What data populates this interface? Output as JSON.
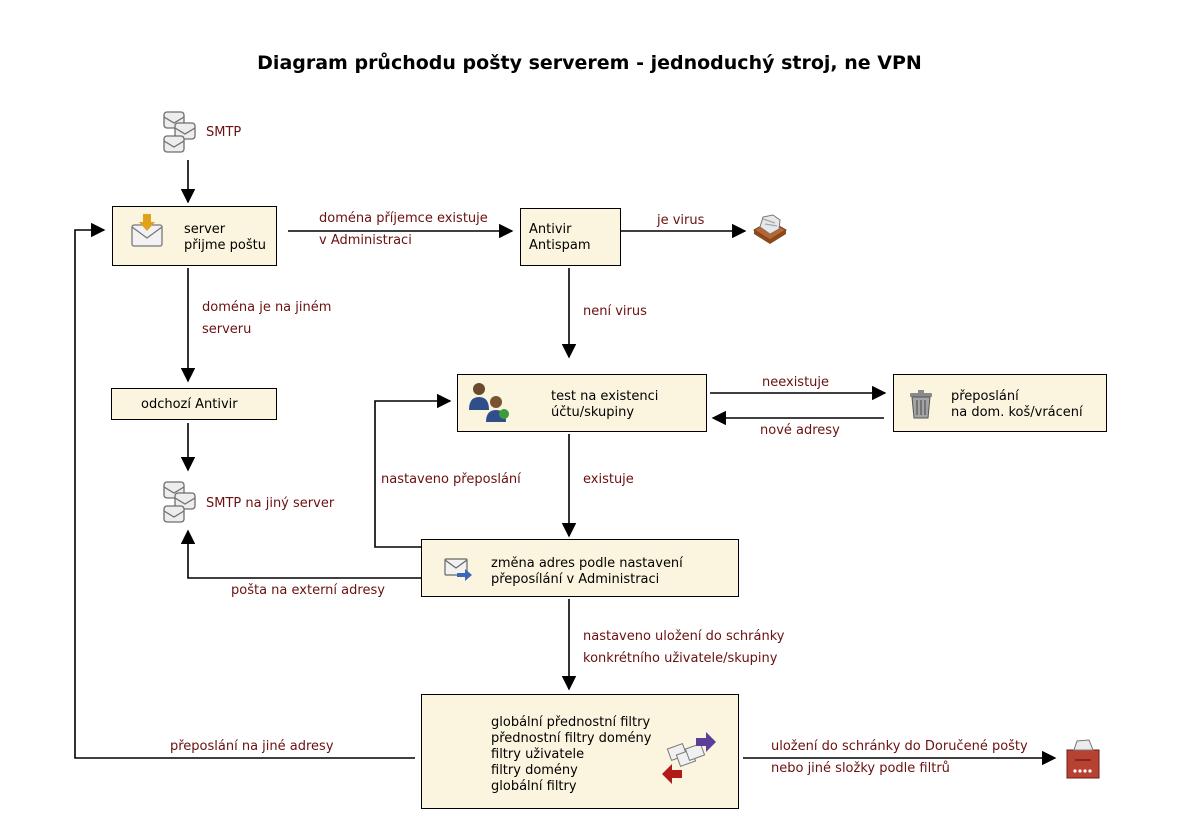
{
  "title": "Diagram průchodu pošty serverem - jednoduchý stroj, ne VPN",
  "nodes": {
    "smtp_in": "SMTP",
    "server": [
      "server",
      "přijme poštu"
    ],
    "antivir": [
      "Antivir",
      "Antispam"
    ],
    "outgoing_antivir": "odchozí Antivir",
    "smtp_out": "SMTP na jiný server",
    "account_test": [
      "test na existenci",
      "účtu/skupiny"
    ],
    "forward_trash": [
      "přeposlání",
      "na dom. koš/vrácení"
    ],
    "address_change": [
      "změna adres podle nastavení",
      "přeposílání v Administraci"
    ],
    "filters": [
      "globální přednostní filtry",
      "přednostní filtry domény",
      "filtry uživatele",
      "filtry domény",
      "globální filtry"
    ]
  },
  "edges": {
    "domain_exists": [
      "doména příjemce existuje",
      "v Administraci"
    ],
    "is_virus": "je virus",
    "domain_other_server": [
      "doména je na jiném",
      "serveru"
    ],
    "not_virus": "není virus",
    "not_exists": "neexistuje",
    "new_addresses": "nové adresy",
    "forward_set": "nastaveno přeposlání",
    "exists": "existuje",
    "external_mail": "pošta na externí adresy",
    "store_set": [
      "nastaveno uložení do schránky",
      "konkrétního uživatele/skupiny"
    ],
    "forward_other": "přeposlání na jiné adresy",
    "store_inbox": [
      "uložení do schránky do Doručené pošty",
      "nebo jiné složky podle filtrů"
    ]
  },
  "colors": {
    "box_fill": "#fbf5df",
    "label": "#6b1010",
    "title": "#000000"
  },
  "icons": [
    "mail-envelopes-icon",
    "mail-receive-icon",
    "virus-quarantine-icon",
    "users-icon",
    "trash-can-icon",
    "mail-forward-icon",
    "filters-arrows-icon",
    "mailbox-icon"
  ]
}
